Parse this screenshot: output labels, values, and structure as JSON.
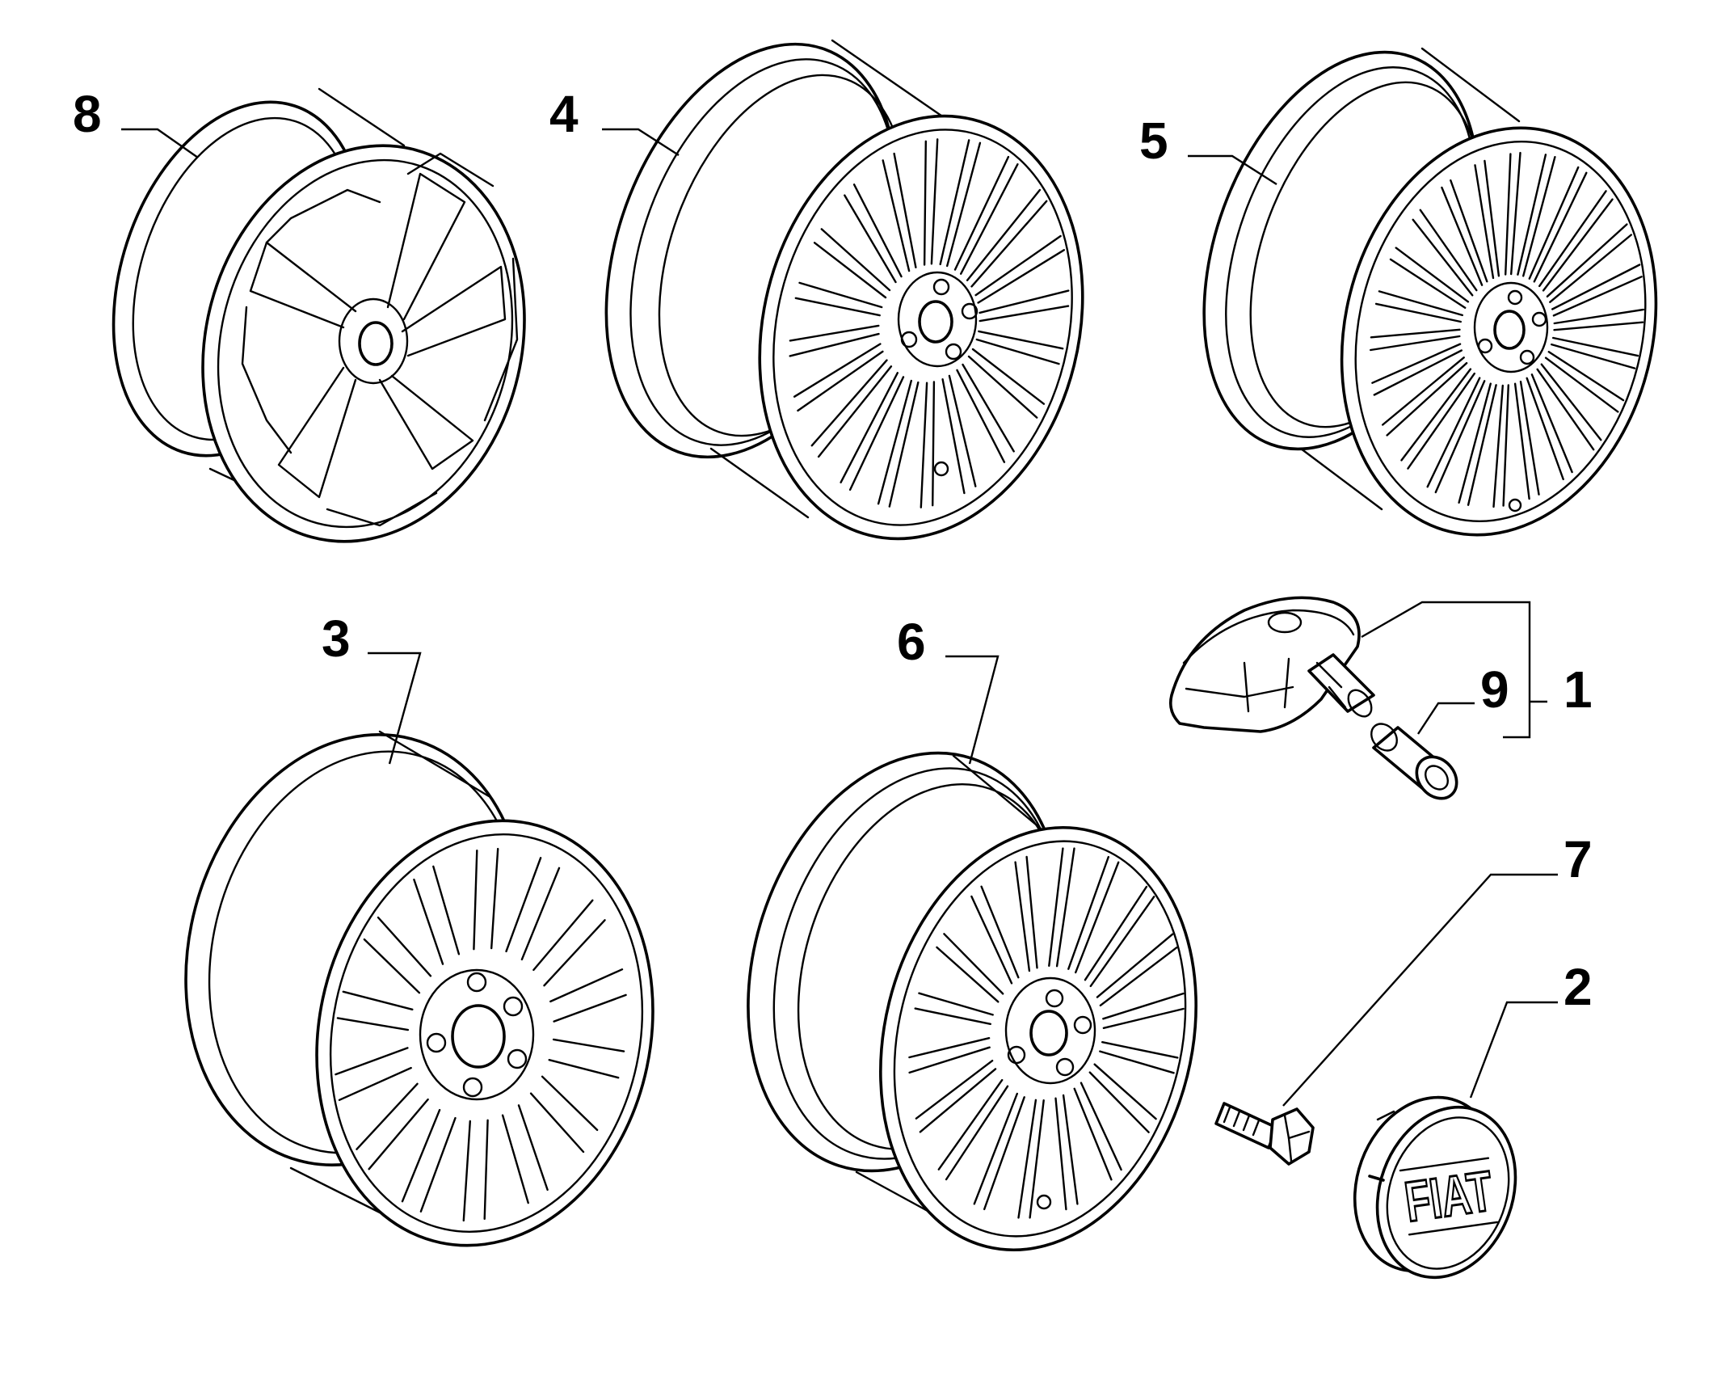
{
  "callouts": [
    "8",
    "4",
    "5",
    "3",
    "6",
    "9",
    "1",
    "7",
    "2"
  ],
  "emblem": {
    "text": "FIAT"
  },
  "colors": {
    "line": "#000000",
    "background": "#ffffff"
  }
}
